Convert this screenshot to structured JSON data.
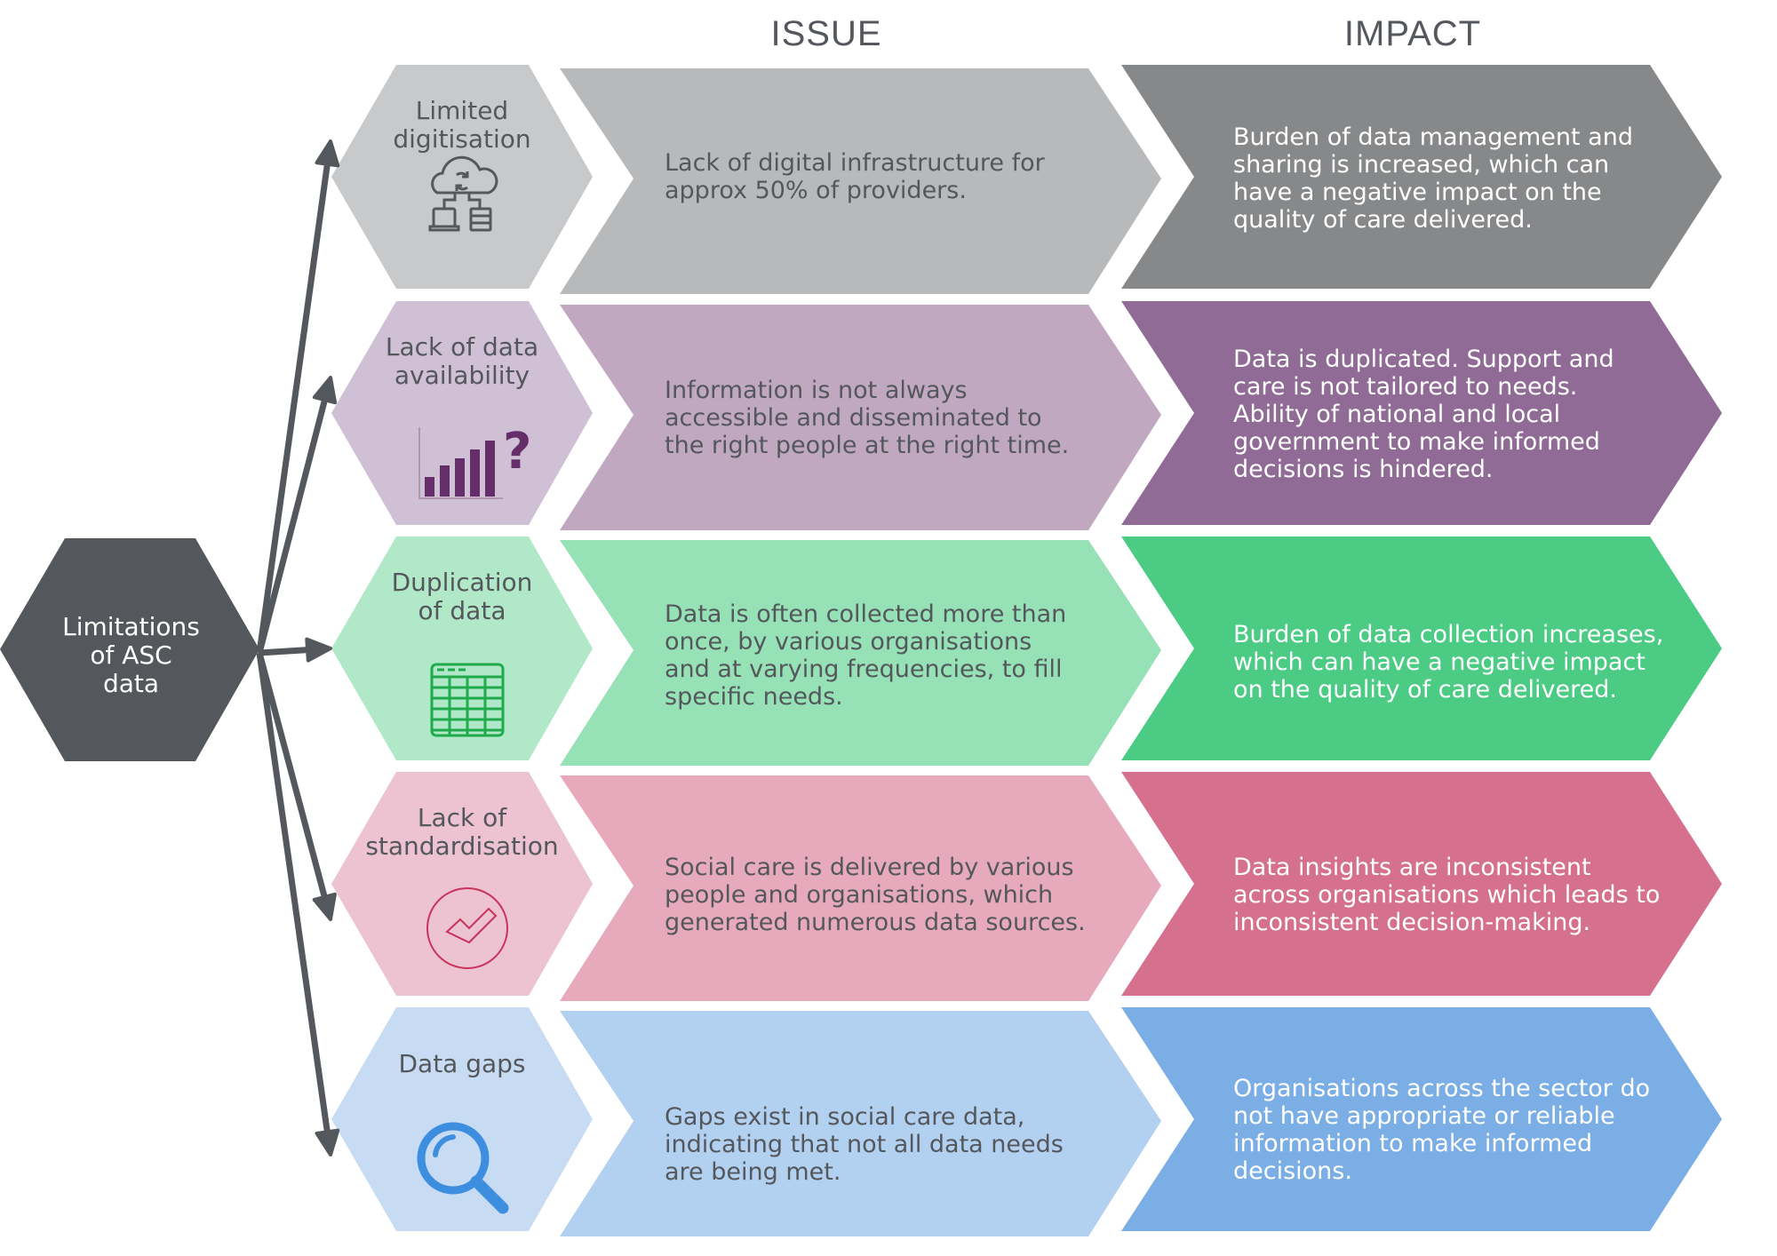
{
  "headers": {
    "issue": "ISSUE",
    "impact": "IMPACT"
  },
  "center": {
    "label_lines": [
      "Limitations",
      "of ASC",
      "data"
    ],
    "color": "#54575c"
  },
  "rows": [
    {
      "category": "Limited digitisation",
      "icon": "cloud-network-icon",
      "issue": "Lack of digital infrastructure for approx 50% of providers.",
      "impact": "Burden of data management and sharing is increased, which can have a negative impact on the quality of care delivered.",
      "colors": {
        "hex": "#c8c9cb",
        "issue": "#b8b9bb",
        "impact": "#878889",
        "icon": "#54575c"
      }
    },
    {
      "category": "Lack of data availability",
      "icon": "bar-chart-question-icon",
      "issue": "Information is not always accessible and disseminated to the right people at the right time.",
      "impact": "Data is duplicated. Support and care is not tailored to needs. Ability of national and local government to make informed decisions is hindered.",
      "colors": {
        "hex": "#cfc0d5",
        "issue": "#c0a8c1",
        "impact": "#906b96",
        "icon": "#662d6b"
      }
    },
    {
      "category": "Duplication of data",
      "icon": "spreadsheet-icon",
      "issue": "Data is often collected more than once, by various organisations and at varying frequencies, to fill specific needs.",
      "impact": "Burden of data collection increases, which can have a negative impact on the quality of care delivered.",
      "colors": {
        "hex": "#b1e8c8",
        "issue": "#97e1b6",
        "impact": "#4bcb84",
        "icon": "#1faa4c"
      }
    },
    {
      "category": "Lack of standardisation",
      "icon": "check-circle-icon",
      "issue": "Social care is delivered by various people and organisations, which generated numerous data sources.",
      "impact": "Data insights are inconsistent across organisations which leads to inconsistent decision-making.",
      "colors": {
        "hex": "#edc2d1",
        "issue": "#e7aabc",
        "impact": "#d6708f",
        "icon": "#c9325d"
      }
    },
    {
      "category": "Data gaps",
      "icon": "magnifier-icon",
      "issue": "Gaps exist in social care data, indicating that not all data needs are being met.",
      "impact": "Organisations across the sector do not have appropriate or reliable information to make informed decisions.",
      "colors": {
        "hex": "#c7dcf3",
        "issue": "#b2d0ef",
        "impact": "#7baee5",
        "icon": "#3d8ede"
      }
    }
  ],
  "category_lines": [
    [
      "Limited",
      "digitisation"
    ],
    [
      "Lack of data",
      "availability"
    ],
    [
      "Duplication",
      "of data"
    ],
    [
      "Lack of",
      "standardisation"
    ],
    [
      "Data gaps"
    ]
  ],
  "issue_lines": [
    [
      "Lack of digital infrastructure for",
      "approx 50% of providers."
    ],
    [
      "Information is not always",
      "accessible and disseminated to",
      "the right people at the right time."
    ],
    [
      "Data is often collected more than",
      "once, by various organisations",
      "and at varying frequencies, to fill",
      "specific needs."
    ],
    [
      "Social care is delivered by various",
      "people and organisations, which",
      "generated numerous data sources."
    ],
    [
      "Gaps exist in social care data,",
      "indicating that not all data needs",
      "are being met."
    ]
  ],
  "impact_lines": [
    [
      "Burden of data management and",
      "sharing is increased, which can",
      "have a negative impact on the",
      "quality of care delivered."
    ],
    [
      "Data is duplicated. Support and",
      "care is not tailored to needs.",
      "Ability of national and local",
      "government to make informed",
      "decisions is hindered."
    ],
    [
      "Burden of data collection increases,",
      "which can have a negative impact",
      "on the quality of care delivered."
    ],
    [
      "Data insights are inconsistent",
      "across organisations which leads to",
      "inconsistent decision-making."
    ],
    [
      "Organisations across the sector do",
      "not have appropriate or reliable",
      "information to make informed",
      "decisions."
    ]
  ],
  "arrow_color": "#54575c"
}
